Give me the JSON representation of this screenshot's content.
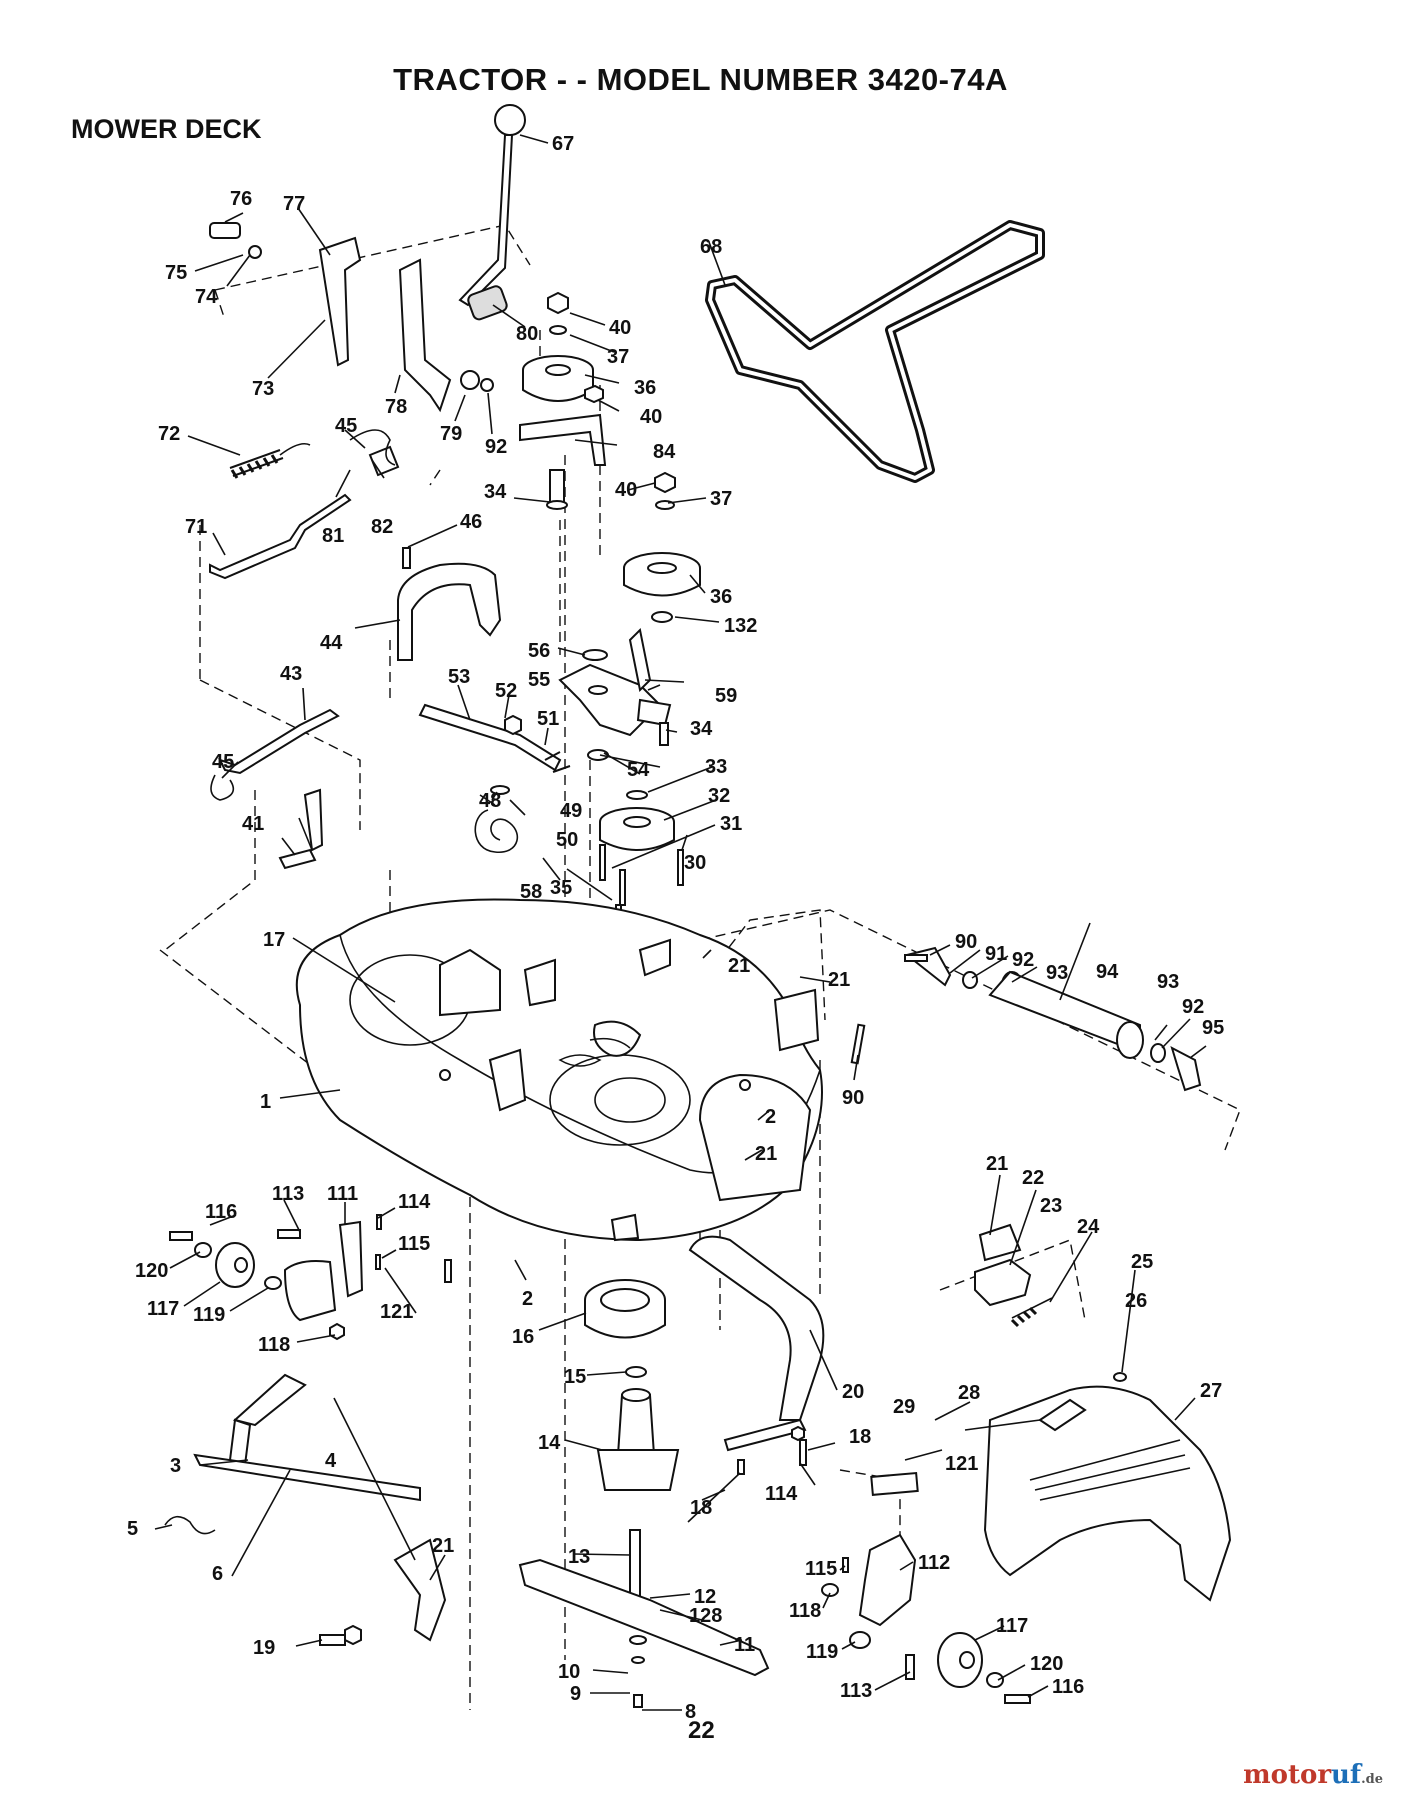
{
  "title": "TRACTOR - - MODEL NUMBER 3420-74A",
  "section": "MOWER DECK",
  "page_number": "22",
  "watermark": {
    "part1": "motor",
    "part2": "uf",
    "suffix": ".de"
  },
  "callouts": [
    "67",
    "76",
    "77",
    "75",
    "74",
    "73",
    "78",
    "79",
    "92",
    "80",
    "40",
    "37",
    "36",
    "40",
    "84",
    "68",
    "72",
    "45",
    "82",
    "81",
    "34",
    "40",
    "37",
    "36",
    "132",
    "71",
    "46",
    "44",
    "56",
    "55",
    "59",
    "53",
    "52",
    "51",
    "34",
    "54",
    "33",
    "32",
    "43",
    "45",
    "48",
    "49",
    "50",
    "31",
    "30",
    "41",
    "58",
    "35",
    "90",
    "91",
    "92",
    "93",
    "94",
    "17",
    "21",
    "21",
    "93",
    "92",
    "95",
    "90",
    "1",
    "2",
    "21",
    "113",
    "111",
    "114",
    "116",
    "115",
    "120",
    "117",
    "119",
    "121",
    "118",
    "2",
    "16",
    "21",
    "22",
    "23",
    "24",
    "25",
    "26",
    "15",
    "20",
    "28",
    "27",
    "29",
    "14",
    "18",
    "18",
    "121",
    "114",
    "3",
    "4",
    "5",
    "6",
    "21",
    "13",
    "12",
    "128",
    "11",
    "115",
    "112",
    "118",
    "119",
    "117",
    "19",
    "10",
    "9",
    "8",
    "120",
    "113",
    "116"
  ]
}
